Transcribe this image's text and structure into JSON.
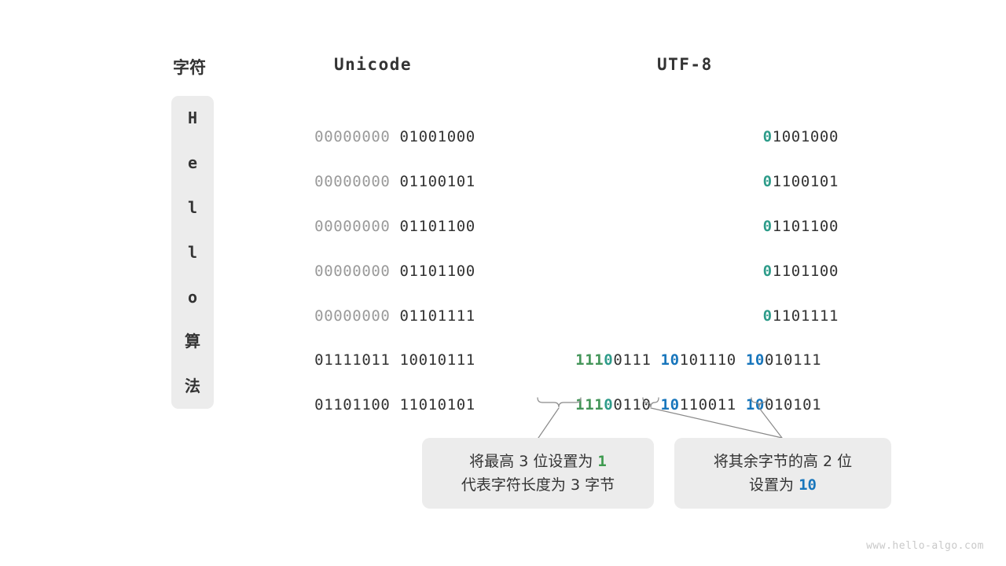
{
  "headers": {
    "character": "字符",
    "unicode": "Unicode",
    "utf8": "UTF-8"
  },
  "colors": {
    "dim": "#9a9a9a",
    "dark": "#333333",
    "teal": "#2e9c8a",
    "green": "#45965a",
    "blue": "#1876bc",
    "box_background": "#ececec",
    "page_background": "#ffffff",
    "connector_line": "#8a8a8a",
    "watermark": "#c9c9c9"
  },
  "rows": [
    {
      "char": "H",
      "unicode_dim": "00000000",
      "unicode_dark": "01001000",
      "utf8_bytes": [
        {
          "prefix": "0",
          "prefix_color": "teal",
          "rest": "1001000"
        }
      ]
    },
    {
      "char": "e",
      "unicode_dim": "00000000",
      "unicode_dark": "01100101",
      "utf8_bytes": [
        {
          "prefix": "0",
          "prefix_color": "teal",
          "rest": "1100101"
        }
      ]
    },
    {
      "char": "l",
      "unicode_dim": "00000000",
      "unicode_dark": "01101100",
      "utf8_bytes": [
        {
          "prefix": "0",
          "prefix_color": "teal",
          "rest": "1101100"
        }
      ]
    },
    {
      "char": "l",
      "unicode_dim": "00000000",
      "unicode_dark": "01101100",
      "utf8_bytes": [
        {
          "prefix": "0",
          "prefix_color": "teal",
          "rest": "1101100"
        }
      ]
    },
    {
      "char": "o",
      "unicode_dim": "00000000",
      "unicode_dark": "01101111",
      "utf8_bytes": [
        {
          "prefix": "0",
          "prefix_color": "teal",
          "rest": "1101111"
        }
      ]
    },
    {
      "char": "算",
      "unicode_dim": "",
      "unicode_dark": "01111011 10010111",
      "utf8_bytes": [
        {
          "prefix": "111",
          "prefix_color": "green",
          "prefix2": "0",
          "prefix2_color": "teal",
          "rest": "0111"
        },
        {
          "prefix": "10",
          "prefix_color": "blue",
          "rest": "101110"
        },
        {
          "prefix": "10",
          "prefix_color": "blue",
          "rest": "010111"
        }
      ]
    },
    {
      "char": "法",
      "unicode_dim": "",
      "unicode_dark": "01101100 11010101",
      "utf8_bytes": [
        {
          "prefix": "111",
          "prefix_color": "green",
          "prefix2": "0",
          "prefix2_color": "teal",
          "rest": "0110"
        },
        {
          "prefix": "10",
          "prefix_color": "blue",
          "rest": "110011"
        },
        {
          "prefix": "10",
          "prefix_color": "blue",
          "rest": "010101"
        }
      ]
    }
  ],
  "callouts": [
    {
      "id": "highest-3-bits",
      "line1_before": "将最高 3 位设置为 ",
      "line1_highlight": "1",
      "line1_highlight_color": "green",
      "line1_after": "",
      "line2_before": "代表字符长度为 3 字节",
      "line2_highlight": "",
      "line2_after": ""
    },
    {
      "id": "continuation-bytes",
      "line1_before": "将其余字节的高 2 位",
      "line1_highlight": "",
      "line1_highlight_color": "blue",
      "line1_after": "",
      "line2_before": "设置为 ",
      "line2_highlight": "10",
      "line2_after": ""
    }
  ],
  "watermark": "www.hello-algo.com"
}
